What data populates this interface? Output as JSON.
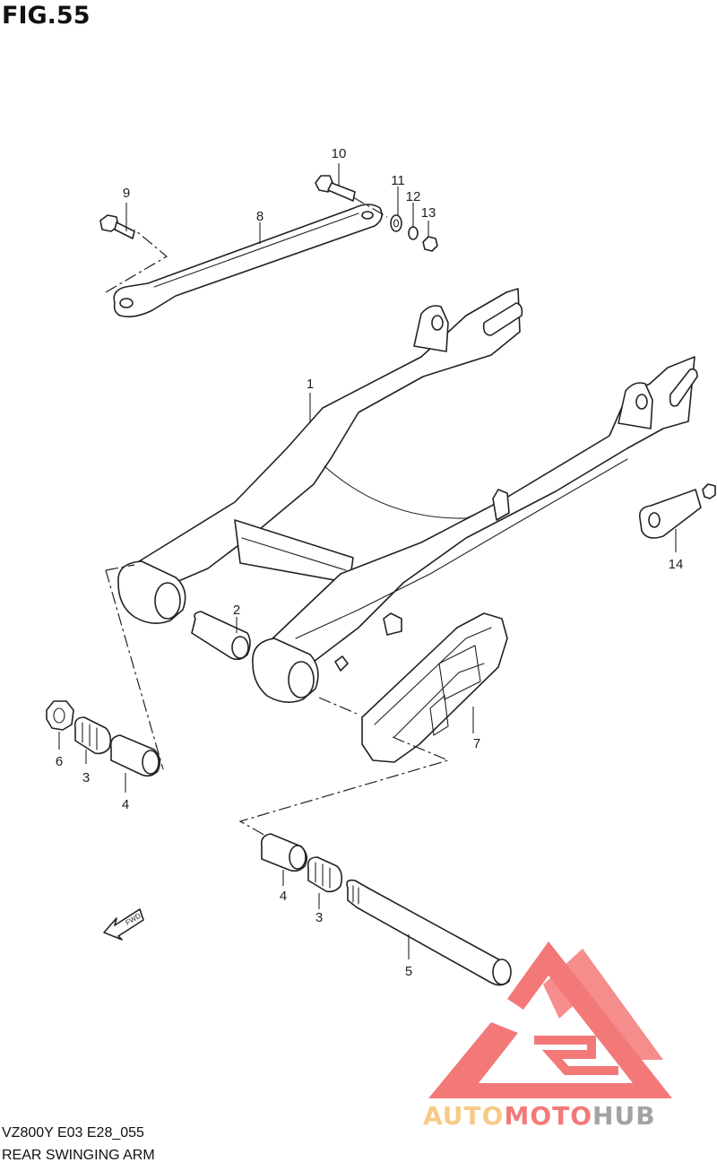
{
  "figure": {
    "title": "FIG.55",
    "code": "VZ800Y E03 E28_055",
    "name": "REAR SWINGING ARM"
  },
  "callouts": {
    "c1": "1",
    "c2": "2",
    "c3a": "3",
    "c3b": "3",
    "c4a": "4",
    "c4b": "4",
    "c5": "5",
    "c6": "6",
    "c7": "7",
    "c8": "8",
    "c9": "9",
    "c10": "10",
    "c11": "11",
    "c12": "12",
    "c13": "13",
    "c14": "14"
  },
  "fwd_label": "FWD",
  "watermark": {
    "part1": "AUTO",
    "part2": "MOTO",
    "part3": "HUB",
    "color_light": "#f7c67a",
    "color_red": "#f26b6b",
    "color_gray": "#9a9a9a"
  }
}
